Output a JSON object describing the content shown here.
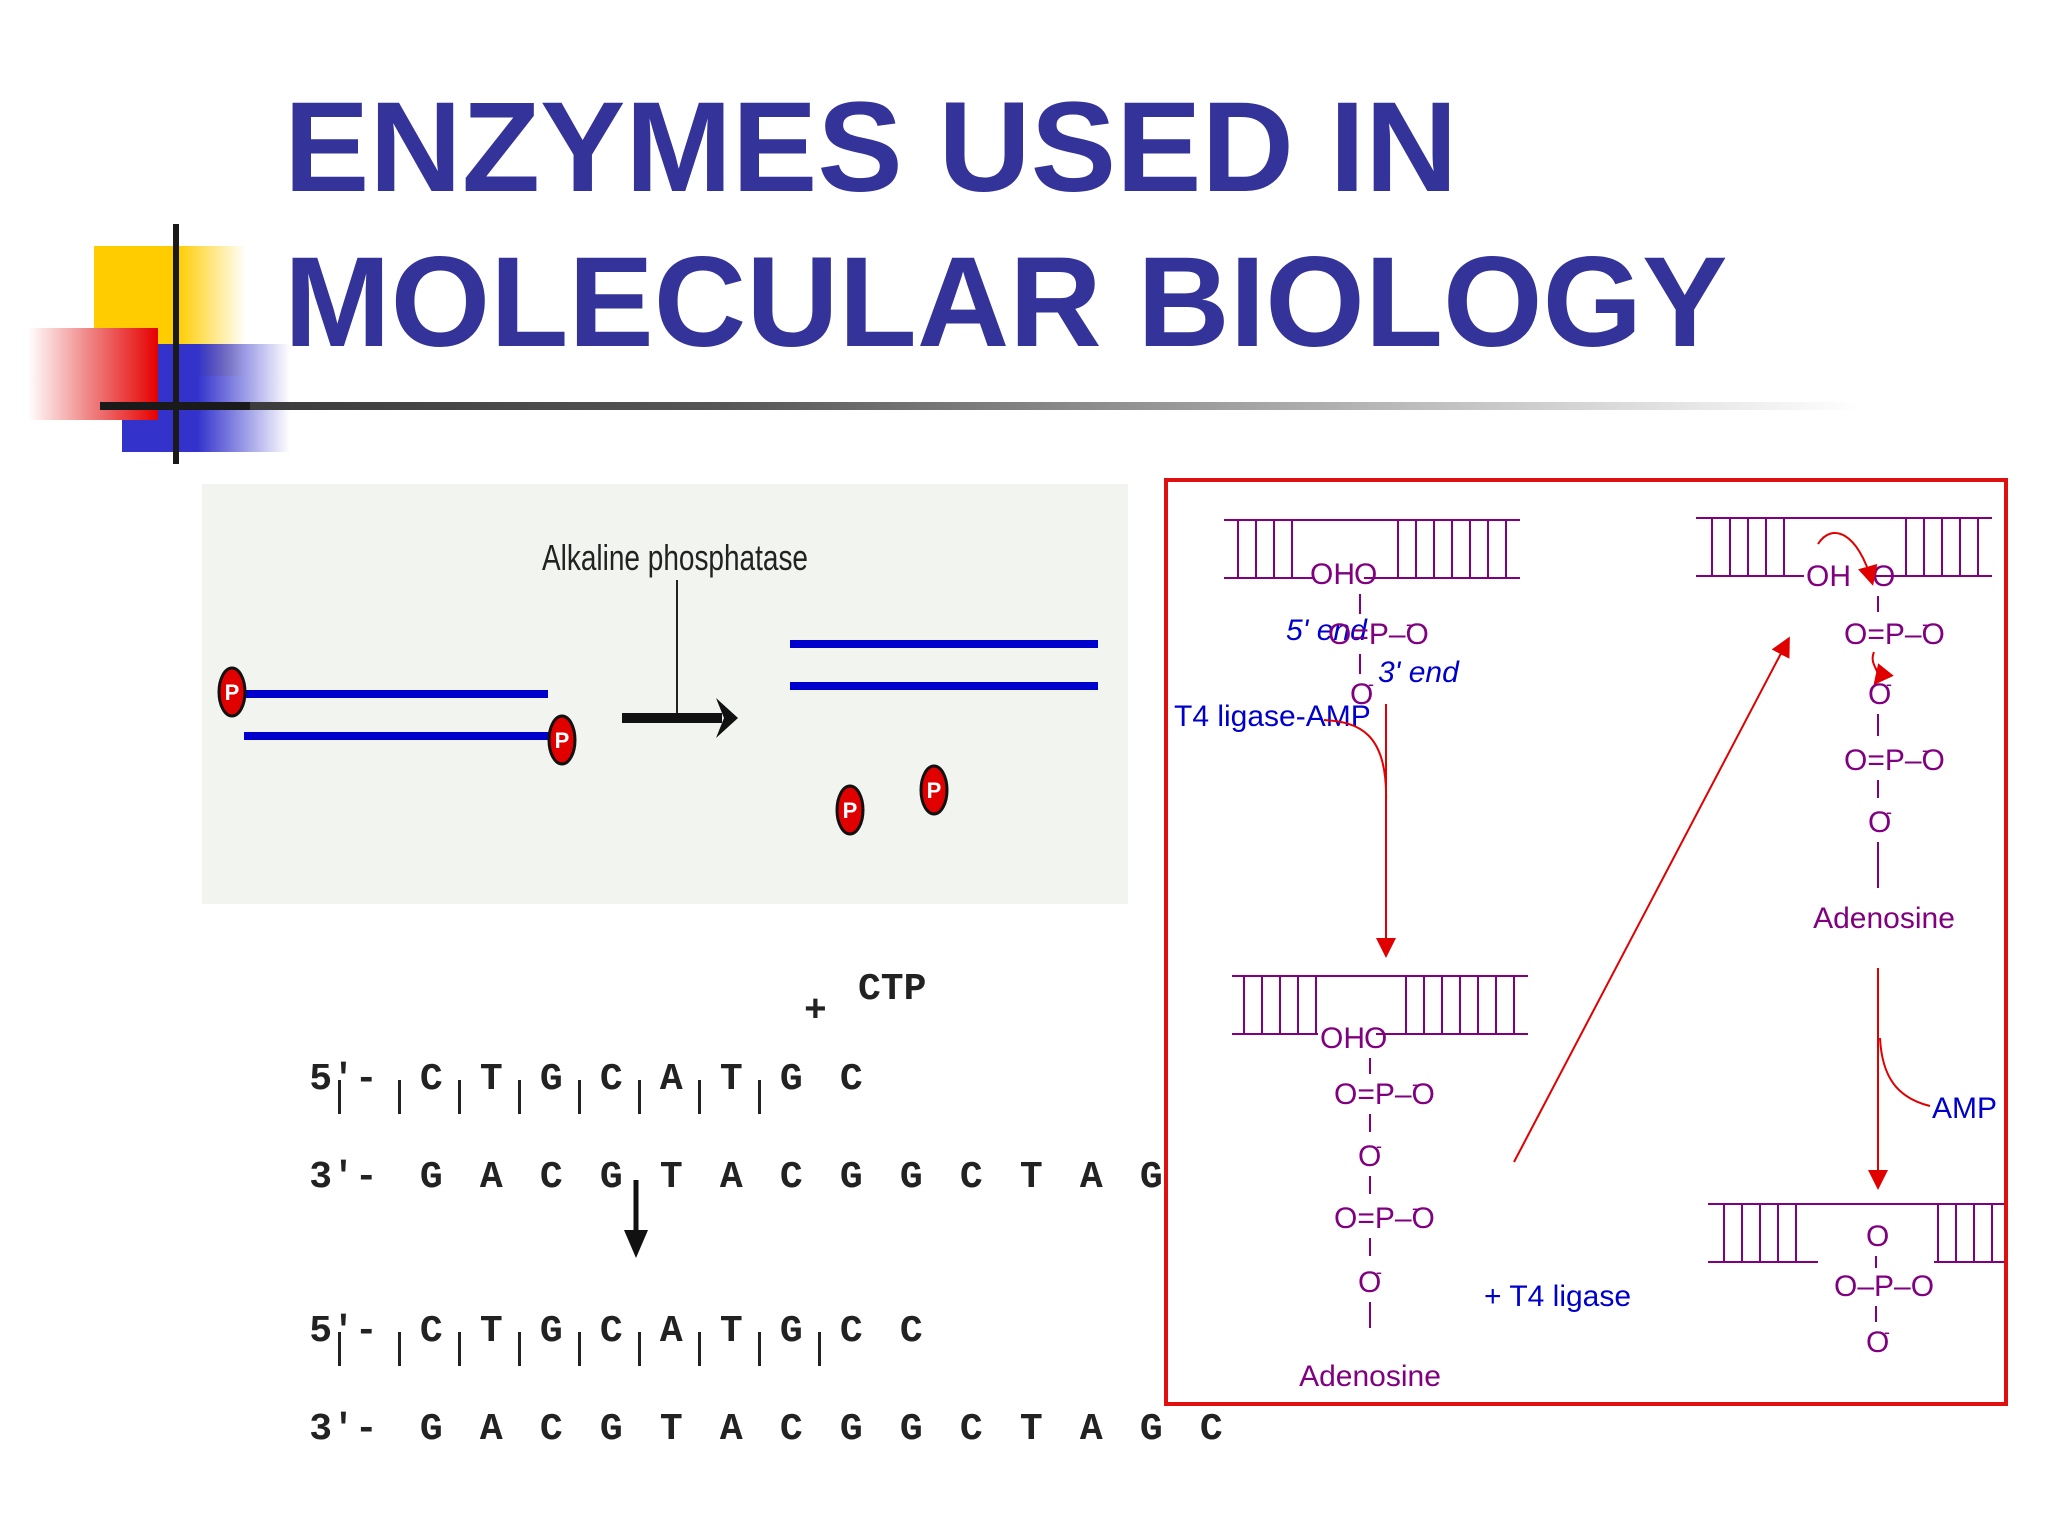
{
  "slide": {
    "title_line1": "ENZYMES USED IN",
    "title_line2": "MOLECULAR BIOLOGY",
    "title_color": "#333399"
  },
  "phosphatase_panel": {
    "enzyme_label": "Alkaline phosphatase",
    "phosphate_label": "P",
    "strand_color": "#0000cc",
    "phosphate_color": "#e00000"
  },
  "dna_panel": {
    "top_strand_prefix": "5'-",
    "top_strand_before": [
      "C",
      "T",
      "G",
      "C",
      "A",
      "T",
      "G",
      "C"
    ],
    "bottom_strand_prefix": "3'-",
    "bottom_strand": [
      "G",
      "A",
      "C",
      "G",
      "T",
      "A",
      "C",
      "G",
      "G",
      "C",
      "T",
      "A",
      "G",
      "C"
    ],
    "plus": "+",
    "added_nucleotide": "CTP",
    "top_strand_after": [
      "C",
      "T",
      "G",
      "C",
      "A",
      "T",
      "G",
      "C",
      "C"
    ]
  },
  "ligase_panel": {
    "oh_label": "OH",
    "o_label": "O",
    "o_minus_label": "O",
    "minus_sup": "-",
    "phosphate_group": "O=P–O",
    "five_prime_end": "5' end",
    "three_prime_end": "3' end",
    "t4_ligase_amp": "T4 ligase-AMP",
    "plus_t4_ligase": "+ T4 ligase",
    "adenosine": "Adenosine",
    "amp": "AMP",
    "phosphodiester": "O–P–O",
    "dna_color": "#800080",
    "label_color": "#0000cc",
    "arrow_color": "#e00000"
  }
}
